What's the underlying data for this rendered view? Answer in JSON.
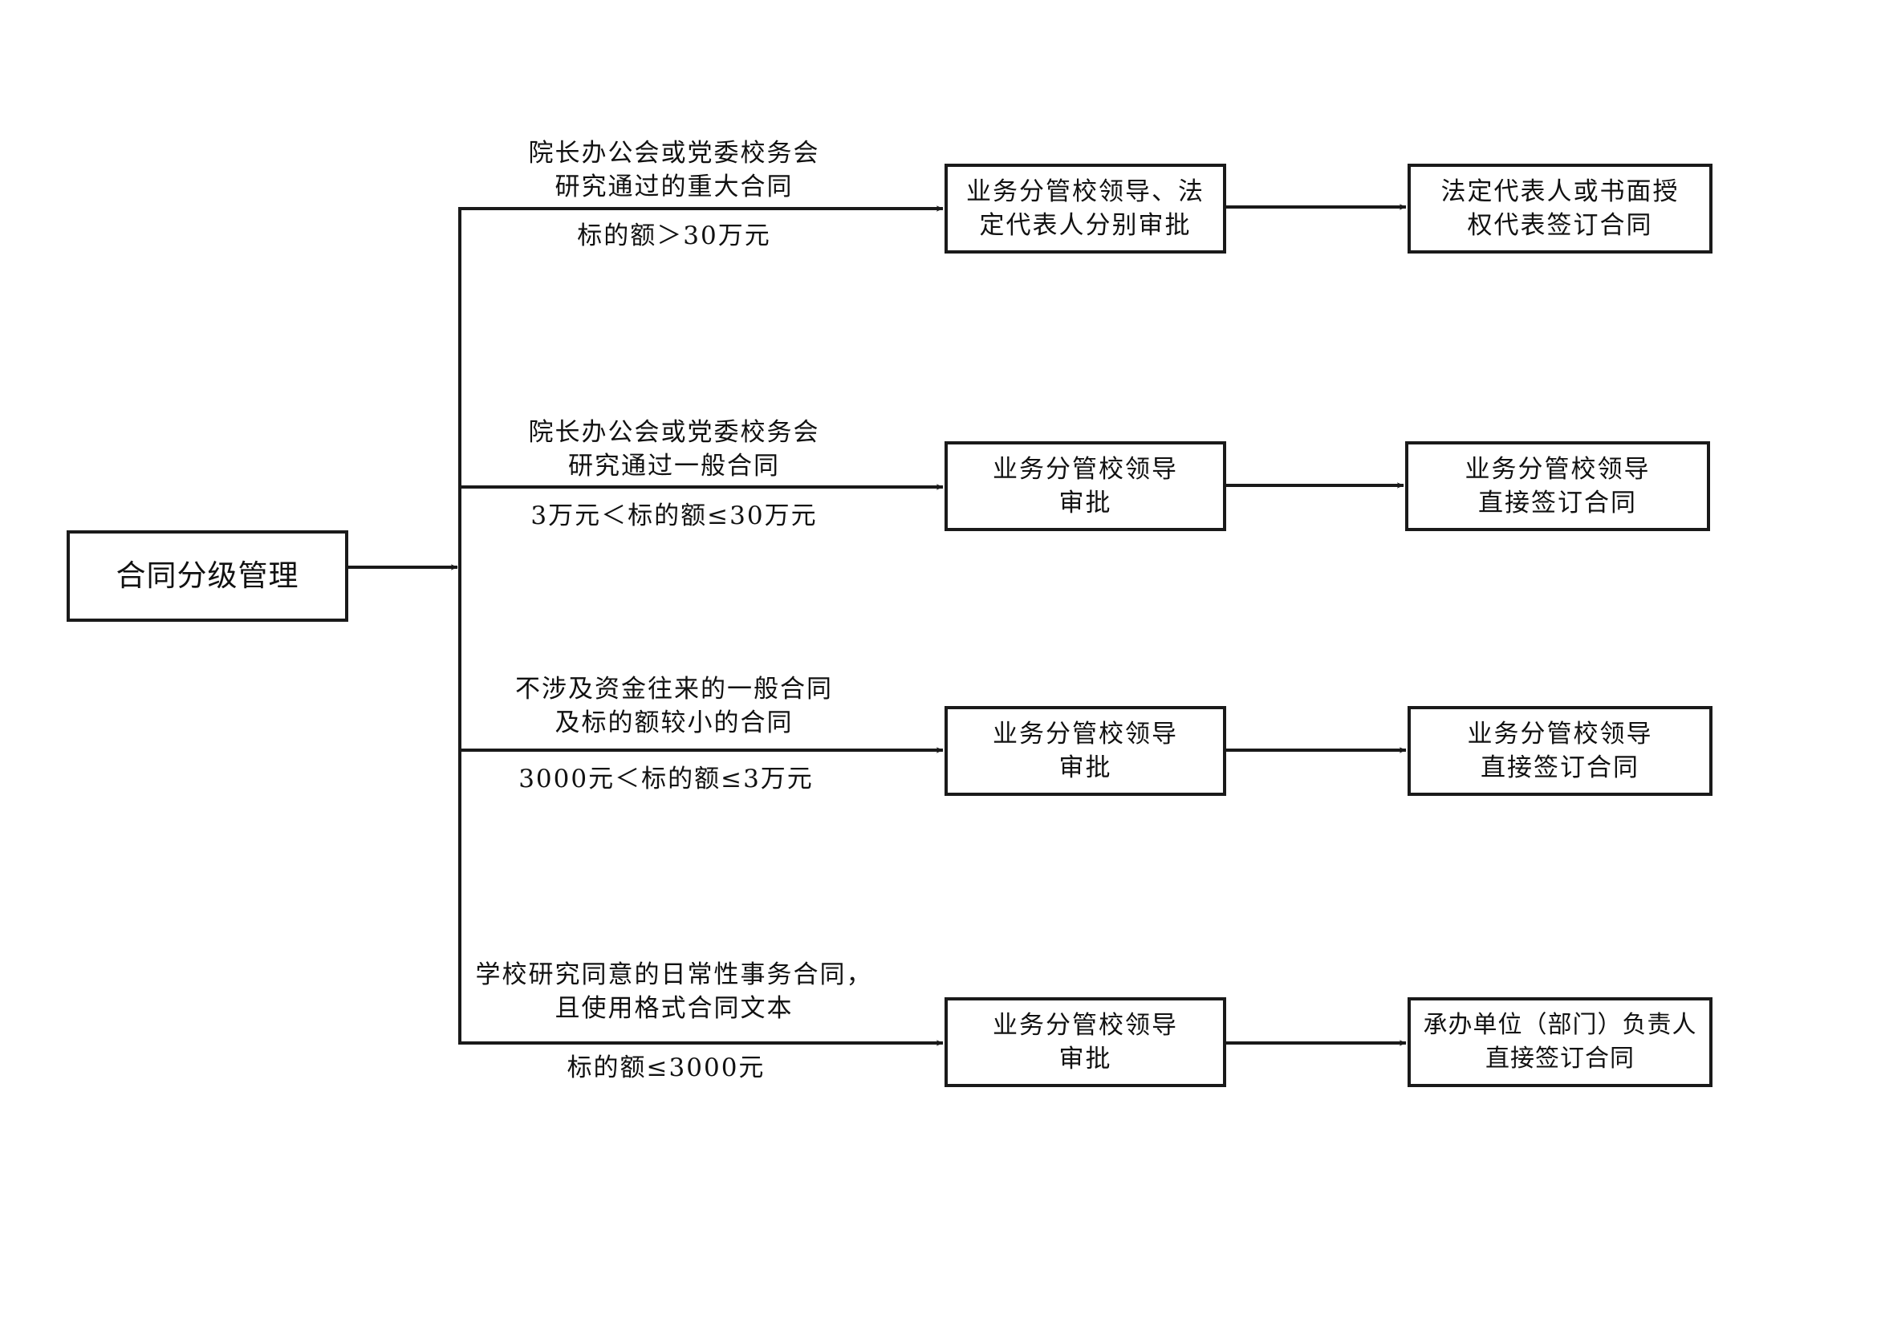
{
  "root": {
    "label": "合同分级管理"
  },
  "branches": [
    {
      "condition": [
        "院长办公会或党委校务会",
        "研究通过的重大合同"
      ],
      "amount": "标的额＞30万元",
      "approval": [
        "业务分管校领导、法",
        "定代表人分别审批"
      ],
      "signing": [
        "法定代表人或书面授",
        "权代表签订合同"
      ]
    },
    {
      "condition": [
        "院长办公会或党委校务会",
        "研究通过一般合同"
      ],
      "amount": "3万元＜标的额≤30万元",
      "approval": [
        "业务分管校领导",
        "审批"
      ],
      "signing": [
        "业务分管校领导",
        "直接签订合同"
      ]
    },
    {
      "condition": [
        "不涉及资金往来的一般合同",
        "及标的额较小的合同"
      ],
      "amount": "3000元＜标的额≤3万元",
      "approval": [
        "业务分管校领导",
        "审批"
      ],
      "signing": [
        "业务分管校领导",
        "直接签订合同"
      ]
    },
    {
      "condition": [
        "学校研究同意的日常性事务合同，",
        "且使用格式合同文本"
      ],
      "amount": "标的额≤3000元",
      "approval": [
        "业务分管校领导",
        "审批"
      ],
      "signing": [
        "承办单位（部门）负责人",
        "直接签订合同"
      ]
    }
  ]
}
